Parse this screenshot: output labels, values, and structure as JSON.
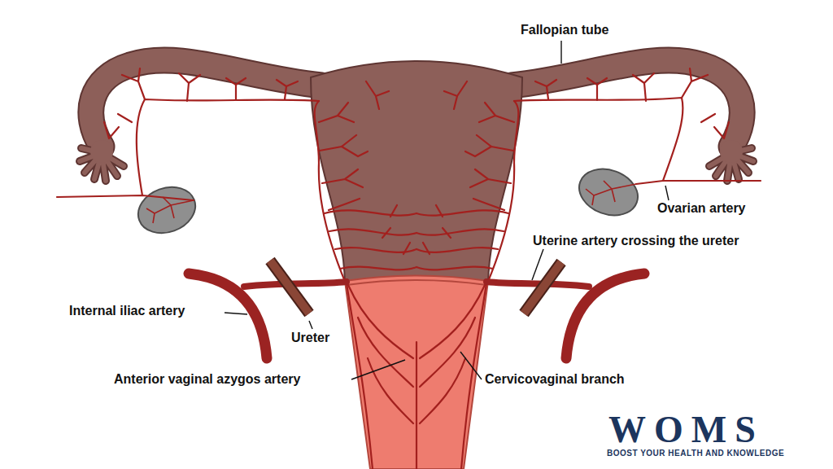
{
  "diagram": {
    "labels": [
      "Fallopian tube",
      "Ovarian artery",
      "Uterine artery crossing the ureter",
      "Internal iliac artery",
      "Ureter",
      "Anterior vaginal azygos artery",
      "Cervicovaginal branch",
      "WOMS",
      "BOOST YOUR HEALTH AND KNOWLEDGE"
    ]
  }
}
